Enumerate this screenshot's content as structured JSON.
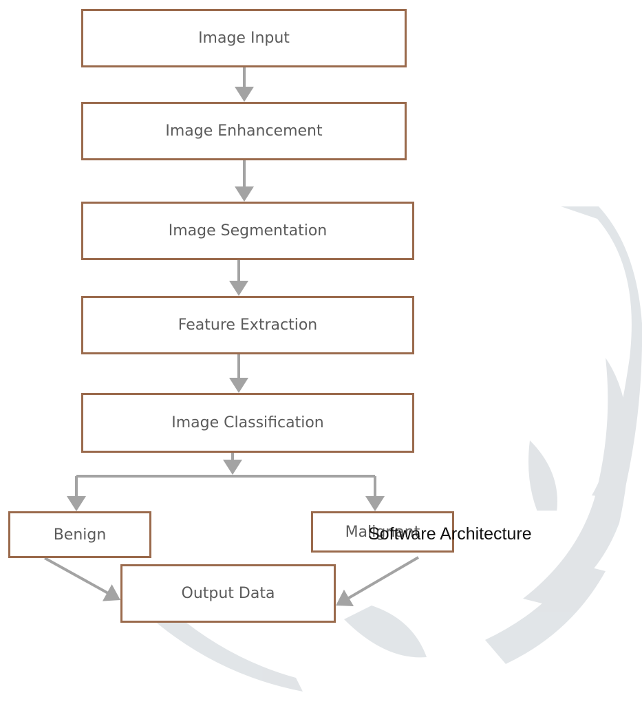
{
  "nodes": [
    {
      "id": "image-input",
      "label": "Image Input"
    },
    {
      "id": "image-enhancement",
      "label": "Image Enhancement"
    },
    {
      "id": "image-segmentation",
      "label": "Image Segmentation"
    },
    {
      "id": "feature-extraction",
      "label": "Feature Extraction"
    },
    {
      "id": "image-classification",
      "label": "Image Classification"
    },
    {
      "id": "benign",
      "label": "Benign"
    },
    {
      "id": "malignant",
      "label": "Malignant"
    },
    {
      "id": "output-data",
      "label": "Output Data"
    }
  ],
  "edges": [
    [
      "image-input",
      "image-enhancement"
    ],
    [
      "image-enhancement",
      "image-segmentation"
    ],
    [
      "image-segmentation",
      "feature-extraction"
    ],
    [
      "feature-extraction",
      "image-classification"
    ],
    [
      "image-classification",
      "benign"
    ],
    [
      "image-classification",
      "malignant"
    ],
    [
      "benign",
      "output-data"
    ],
    [
      "malignant",
      "output-data"
    ]
  ],
  "caption": "Software Architecture",
  "colors": {
    "box_border": "#9a6a4c",
    "arrow": "#a3a3a3",
    "watermark": "#d7dce0",
    "text": "#5b5b5b"
  }
}
